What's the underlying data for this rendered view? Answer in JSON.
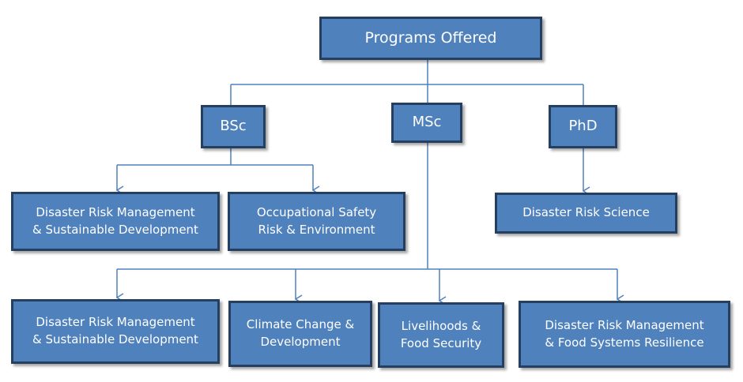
{
  "root": {
    "label": "Programs Offered"
  },
  "levels": {
    "bsc": {
      "label": "BSc"
    },
    "msc": {
      "label": "MSc"
    },
    "phd": {
      "label": "PhD"
    }
  },
  "bsc_programs": [
    {
      "label": "Disaster Risk Management\n& Sustainable Development"
    },
    {
      "label": "Occupational Safety\nRisk & Environment"
    }
  ],
  "phd_programs": [
    {
      "label": "Disaster Risk Science"
    }
  ],
  "msc_programs": [
    {
      "label": "Disaster Risk Management\n& Sustainable Development"
    },
    {
      "label": "Climate Change &\nDevelopment"
    },
    {
      "label": "Livelihoods &\nFood Security"
    },
    {
      "label": "Disaster Risk Management\n& Food Systems Resilience"
    }
  ],
  "colors": {
    "box_fill": "#4f81bd",
    "box_border": "#243f60",
    "connector": "#4f81bd",
    "text": "#ffffff"
  }
}
